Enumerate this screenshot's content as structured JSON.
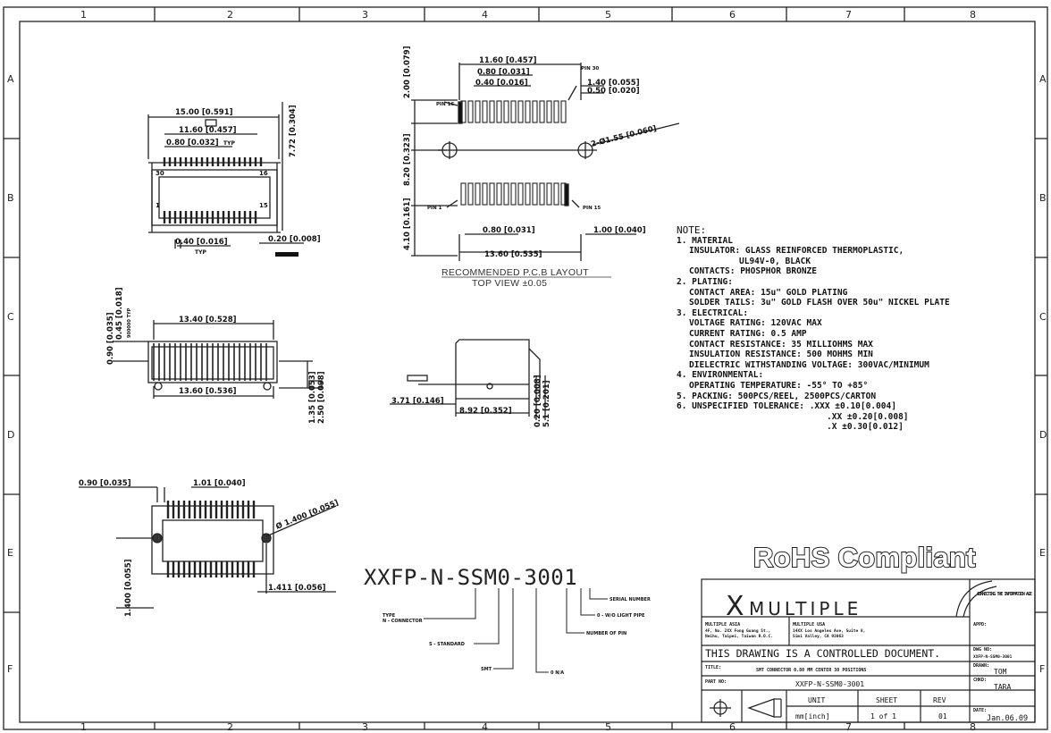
{
  "border": {
    "cols": [
      "1",
      "2",
      "3",
      "4",
      "5",
      "6",
      "7",
      "8"
    ],
    "rows": [
      "A",
      "B",
      "C",
      "D",
      "E",
      "F"
    ]
  },
  "top_view": {
    "dims": [
      "15.00 [0.591]",
      "11.60 [0.457]",
      "0.80 [0.032]",
      "7.72 [0.304]",
      "0.40 [0.016]",
      "0.20 [0.008]"
    ],
    "pin_labels": [
      "30",
      "16",
      "1",
      "15"
    ],
    "small": [
      "TYP",
      "TYP"
    ]
  },
  "pcb": {
    "dims": [
      "11.60 [0.457]",
      "0.80 [0.031]",
      "0.40 [0.016]",
      "1.40 [0.055]",
      "0.50 [0.020]",
      "2.00 [0.079]",
      "8.20 [0.323]",
      "4.10 [0.161]",
      "2-Ø1.55 [0.060]",
      "0.80 [0.031]",
      "1.00 [0.040]",
      "13.60 [0.535]"
    ],
    "pin_labels": [
      "PIN 16",
      "PIN 30",
      "PIN 1",
      "PIN 15"
    ],
    "caption1": "RECOMMENDED P.C.B LAYOUT",
    "caption2": "TOP VIEW ±0.05"
  },
  "side_view": {
    "dims": [
      "13.40 [0.528]",
      "0.90 [0.035]",
      "0.45 [0.018]",
      "13.60 [0.536]",
      "1.35 [0.053]",
      "2.50 [0.098]"
    ]
  },
  "end_view": {
    "dims": [
      "3.71 [0.146]",
      "8.92 [0.352]",
      "0.20 [0.008]",
      "5.1 [0.201]"
    ]
  },
  "bottom_view": {
    "dims": [
      "0.90 [0.035]",
      "1.01 [0.040]",
      "Ø 1.400 [0.055]",
      "1.400 [0.055]",
      "1.411 [0.056]"
    ]
  },
  "notes": {
    "title": "NOTE:",
    "lines": [
      {
        "t": "1. MATERIAL",
        "i": 0
      },
      {
        "t": "INSULATOR: GLASS REINFORCED THERMOPLASTIC,",
        "i": 1
      },
      {
        "t": "UL94V-0, BLACK",
        "i": 2
      },
      {
        "t": "CONTACTS: PHOSPHOR BRONZE",
        "i": 1
      },
      {
        "t": "2. PLATING:",
        "i": 0
      },
      {
        "t": "CONTACT AREA: 15u\" GOLD PLATING",
        "i": 1
      },
      {
        "t": "SOLDER TAILS: 3u\" GOLD FLASH OVER 50u\" NICKEL PLATE",
        "i": 1
      },
      {
        "t": "3. ELECTRICAL:",
        "i": 0
      },
      {
        "t": "VOLTAGE RATING: 120VAC MAX",
        "i": 1
      },
      {
        "t": "CURRENT RATING: 0.5 AMP",
        "i": 1
      },
      {
        "t": "CONTACT RESISTANCE: 35 MILLIOHMS MAX",
        "i": 1
      },
      {
        "t": "INSULATION RESISTANCE: 500 MOHMS MIN",
        "i": 1
      },
      {
        "t": "DIELECTRIC WITHSTANDING VOLTAGE: 300VAC/MINIMUM",
        "i": 1
      },
      {
        "t": "4. ENVIRONMENTAL:",
        "i": 0
      },
      {
        "t": "OPERATING TEMPERATURE: -55° TO +85°",
        "i": 1
      },
      {
        "t": "5. PACKING: 500PCS/REEL, 2500PCS/CARTON",
        "i": 0
      },
      {
        "t": "6. UNSPECIFIED TOLERANCE: .XXX ±0.10[0.004]",
        "i": 0
      },
      {
        "t": ".XX  ±0.20[0.008]",
        "i": 3
      },
      {
        "t": ".X   ±0.30[0.012]",
        "i": 3
      }
    ]
  },
  "rohs": "RoHS Compliant",
  "part_code": {
    "code": "XXFP-N-SSM0-3001",
    "legend": [
      "TYPE",
      "N - CONNECTOR",
      "S - STANDARD",
      "SMT",
      "0 N/A",
      "NUMBER OF PIN",
      "0 - W/O LIGHT PIPE",
      "SERIAL NUMBER"
    ]
  },
  "title_block": {
    "logo": "MULTIPLE",
    "logo_x": "X",
    "connect_note": "CONNECTING THE INFORMATION AGE",
    "company_left": "MULTIPLE ASIA",
    "company_right": "MULTIPLE USA",
    "controlled": "THIS DRAWING IS A CONTROLLED DOCUMENT.",
    "title_label": "TITLE:",
    "title_value": "SMT CONNECTOR 0.80 MM CENTER 30 POSITIONS",
    "part_label": "PART NO:",
    "part_value": "XXFP-N-SSM0-3001",
    "unit_label": "UNIT",
    "unit_value": "mm[inch]",
    "sheet_label": "SHEET",
    "sheet_value": "1 of 1",
    "rev_label": "REV",
    "rev_value": "01",
    "dwg_label": "DWG NO:",
    "dwg_value": "XXFP-N-SSM0-3001",
    "drawn_label": "DRAWN:",
    "drawn_value": "TOM",
    "chkd_label": "CHKD:",
    "chkd_value": "TARA",
    "date_label": "DATE:",
    "date_value": "Jan.06.09",
    "appd_label": "APPD:"
  }
}
